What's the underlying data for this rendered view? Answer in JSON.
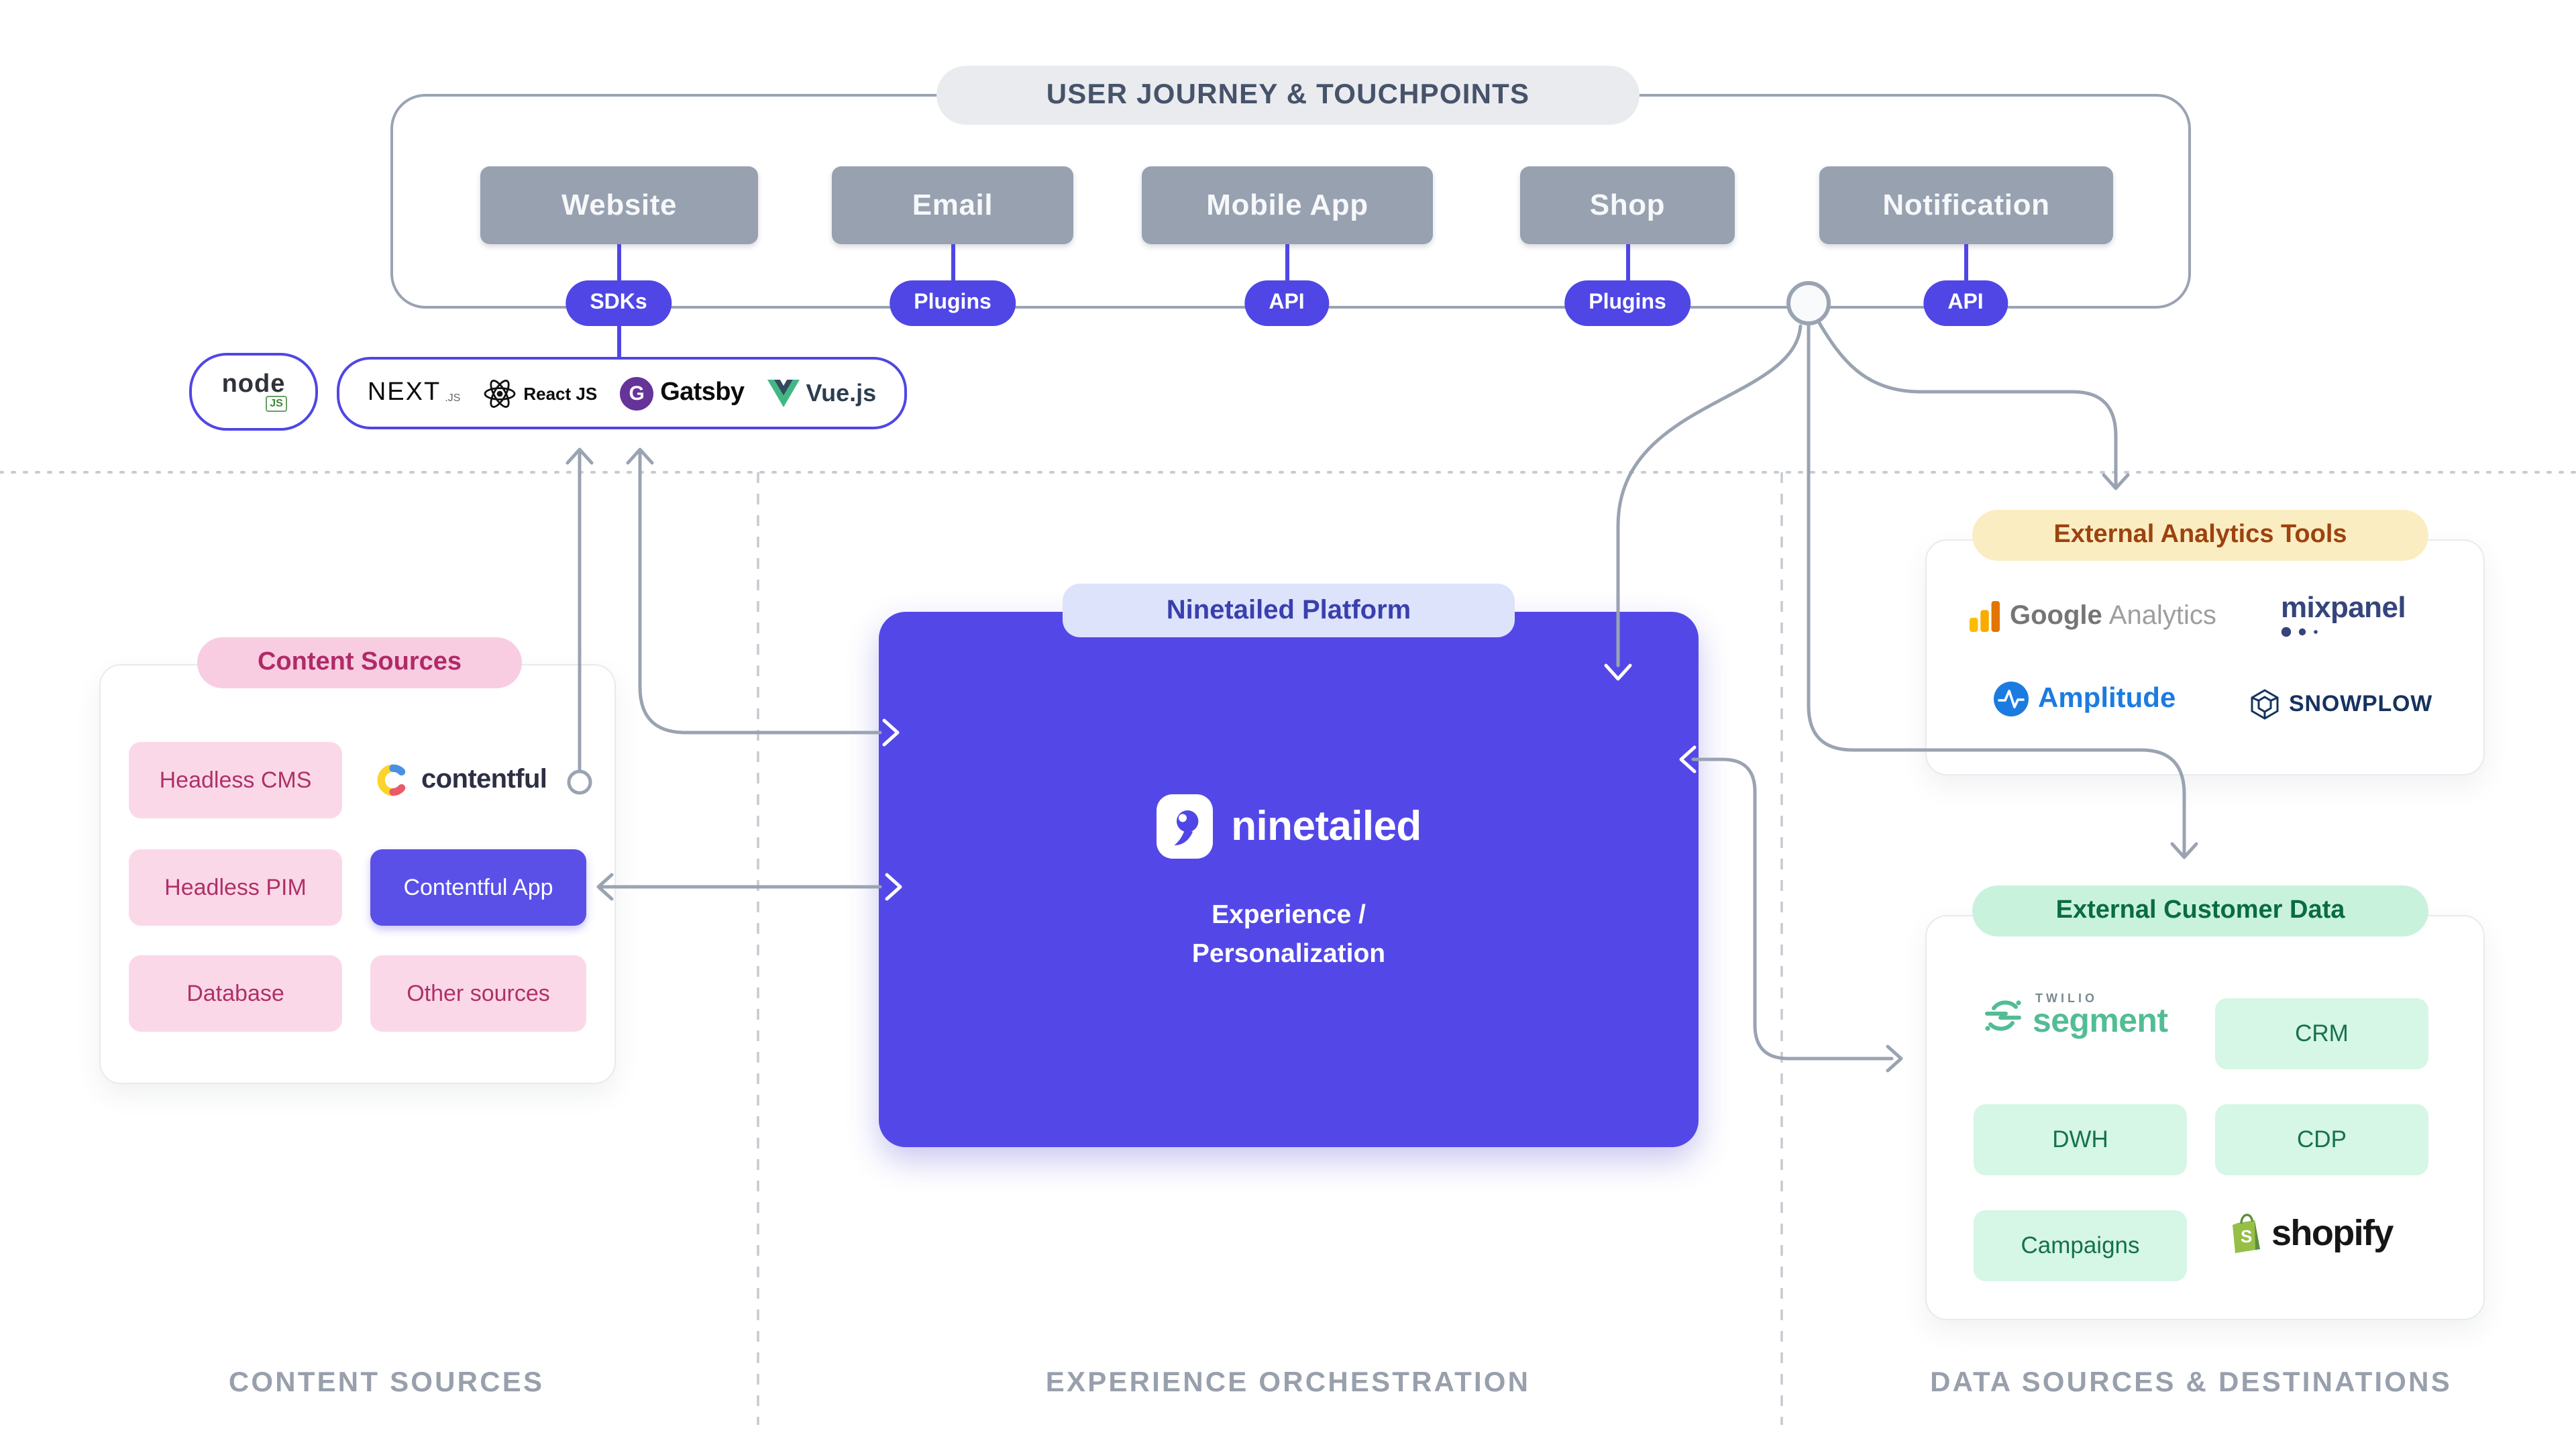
{
  "banner": {
    "title": "USER JOURNEY & TOUCHPOINTS"
  },
  "touchpoints": [
    {
      "label": "Website",
      "connector": "SDKs"
    },
    {
      "label": "Email",
      "connector": "Plugins"
    },
    {
      "label": "Mobile App",
      "connector": "API"
    },
    {
      "label": "Shop",
      "connector": "Plugins"
    },
    {
      "label": "Notification",
      "connector": "API"
    }
  ],
  "frameworks": {
    "node_word": "node",
    "node_badge": "JS",
    "next": "NEXT",
    "next_suffix": ".JS",
    "react": "React JS",
    "gatsby_badge": "G",
    "gatsby": "Gatsby",
    "vue": "Vue.js"
  },
  "content_sources": {
    "title": "Content Sources",
    "headless_cms": "Headless CMS",
    "contentful": "contentful",
    "headless_pim": "Headless PIM",
    "contentful_app": "Contentful App",
    "database": "Database",
    "other_sources": "Other sources"
  },
  "platform": {
    "title": "Ninetailed Platform",
    "brand": "ninetailed",
    "caption_line1": "Experience /",
    "caption_line2": "Personalization"
  },
  "analytics": {
    "title": "External Analytics Tools",
    "google": "Google",
    "google_suffix": "Analytics",
    "mixpanel": "mixpanel",
    "amplitude": "Amplitude",
    "snowplow": "SNOWPLOW"
  },
  "customer_data": {
    "title": "External Customer Data",
    "segment_brand": "TWILIO",
    "segment": "segment",
    "crm": "CRM",
    "dwh": "DWH",
    "cdp": "CDP",
    "campaigns": "Campaigns",
    "shopify": "shopify",
    "shopify_badge": "S"
  },
  "zones": {
    "left": "CONTENT SOURCES",
    "middle": "EXPERIENCE ORCHESTRATION",
    "right": "DATA SOURCES & DESTINATIONS"
  },
  "colors": {
    "purple": "#5046e5",
    "touchpoint_gray": "#97a1b0",
    "line_gray": "#9aa3b1",
    "pink_bg": "#fbd8e8",
    "pink_text": "#ae3168",
    "cream_bg": "#fbedc2",
    "cream_text": "#9c430f",
    "mint_bg": "#c8f2dc",
    "mint_text": "#0a6b45",
    "platform_pill_bg": "#dde3fb",
    "platform_pill_text": "#3a3fae"
  }
}
